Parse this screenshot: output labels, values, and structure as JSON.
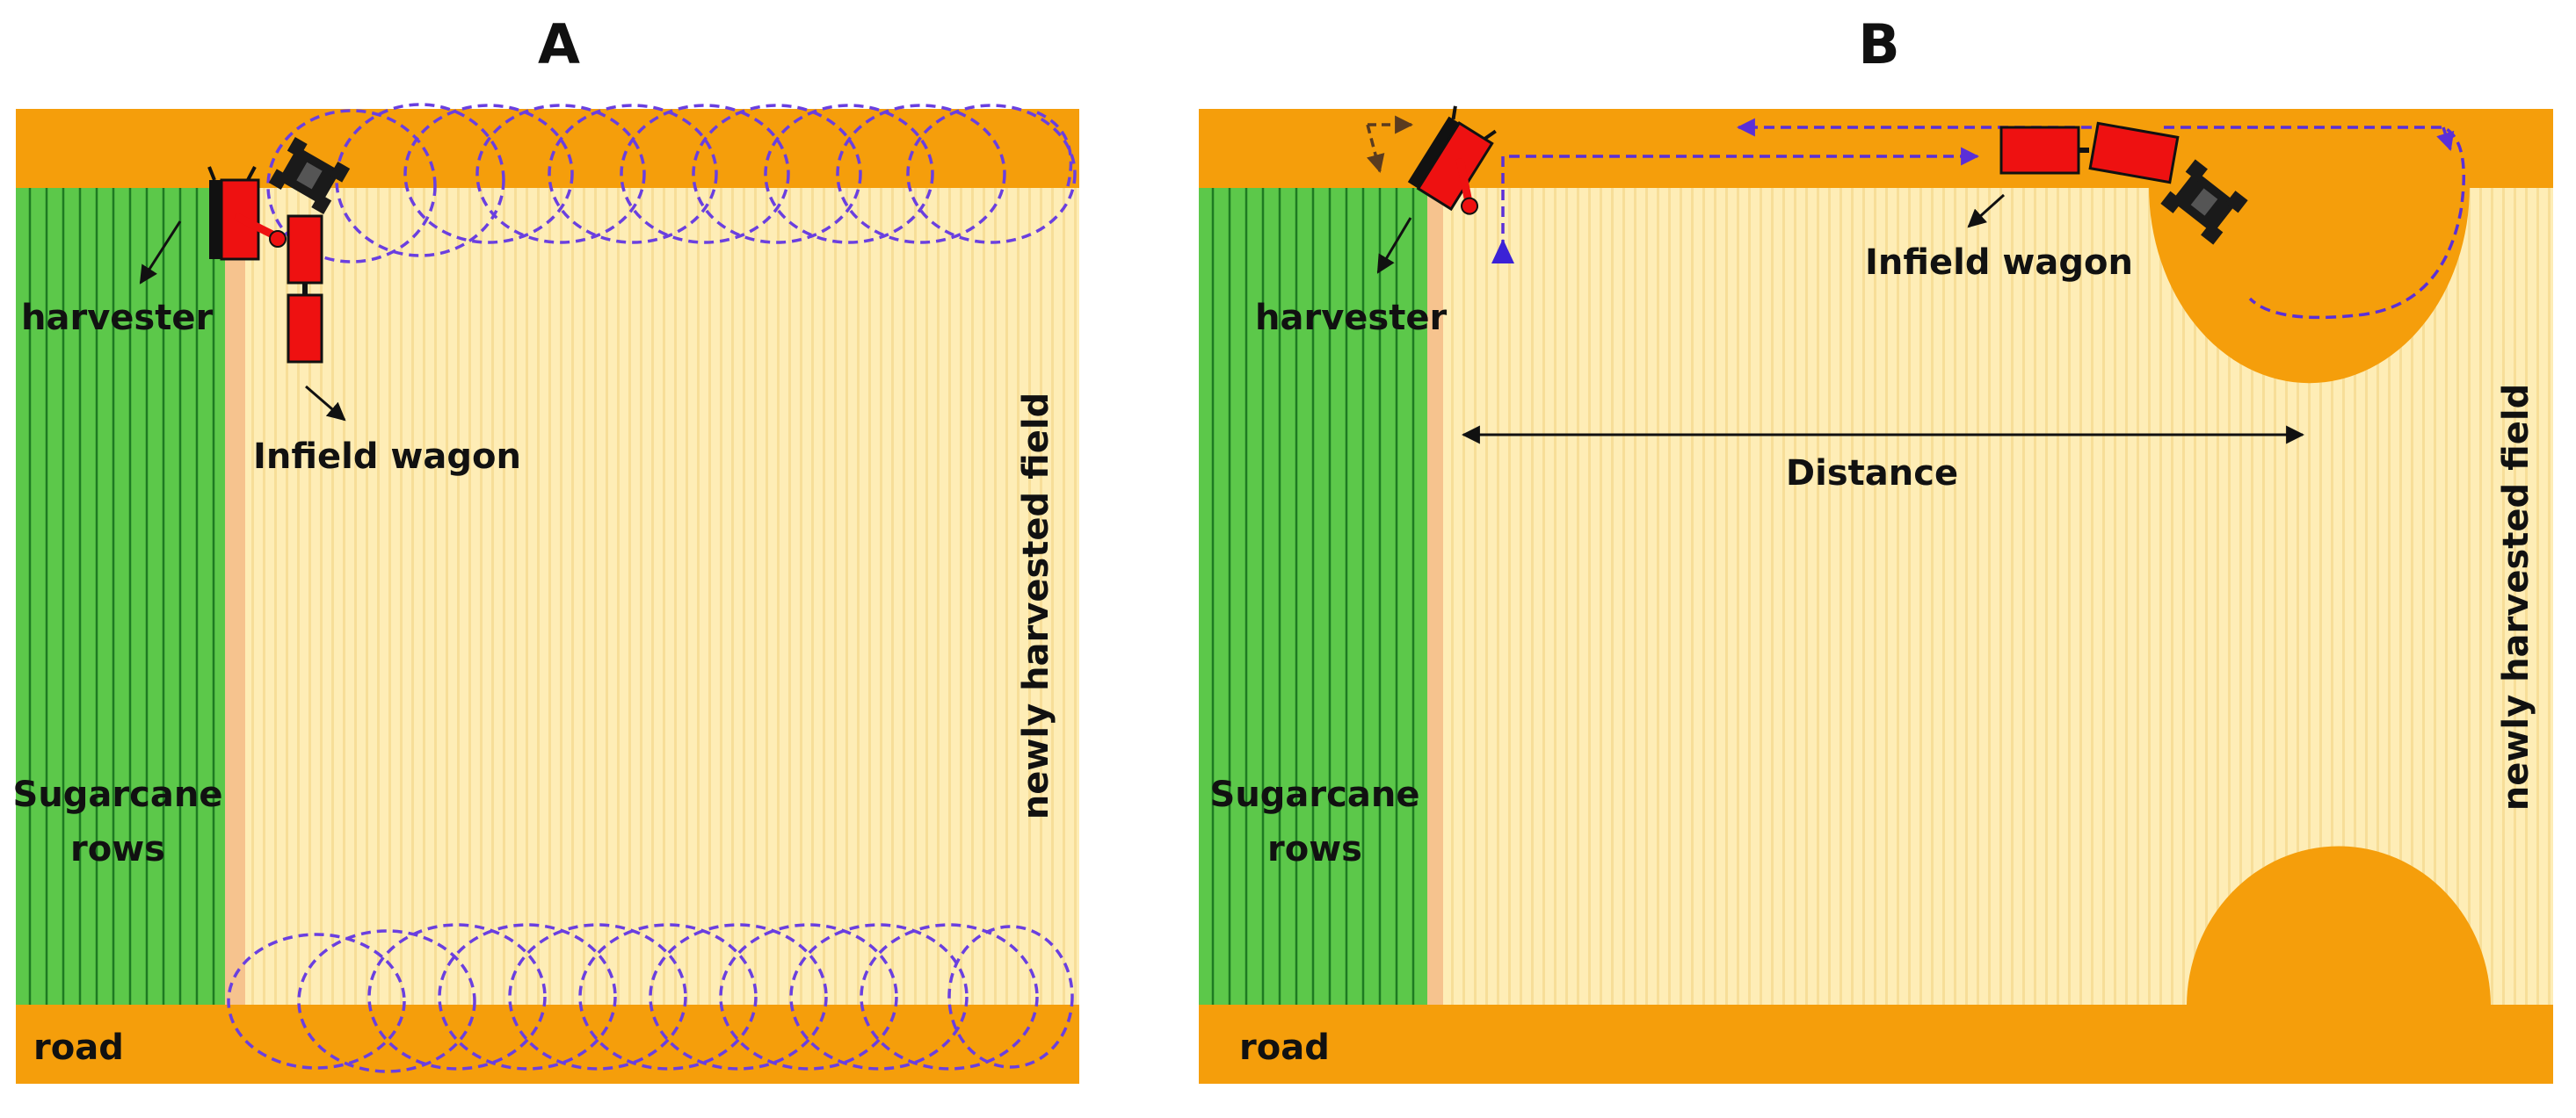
{
  "panels": {
    "A": {
      "letter": "A",
      "labels": {
        "harvester": "harvester",
        "wagon": "Infield wagon",
        "rows_line1": "Sugarcane",
        "rows_line2": "rows",
        "field": "newly harvested field",
        "road": "road"
      }
    },
    "B": {
      "letter": "B",
      "labels": {
        "harvester": "harvester",
        "wagon": "Infield wagon",
        "rows_line1": "Sugarcane",
        "rows_line2": "rows",
        "field": "newly harvested field",
        "road": "road",
        "distance": "Distance"
      }
    }
  },
  "colors": {
    "headland": "#F59E0B",
    "cane": "#5CC84A",
    "cane_line": "#1E7A22",
    "field": "#FEEDB6",
    "field_stripe": "#F7DE98",
    "strip": "#F6C38E",
    "vehicle": "#EE1111",
    "tractor": "#1A1A1A",
    "path": "#6A3FE0",
    "turn_arrow": "#6B4A2B",
    "arrow": "#111111"
  }
}
